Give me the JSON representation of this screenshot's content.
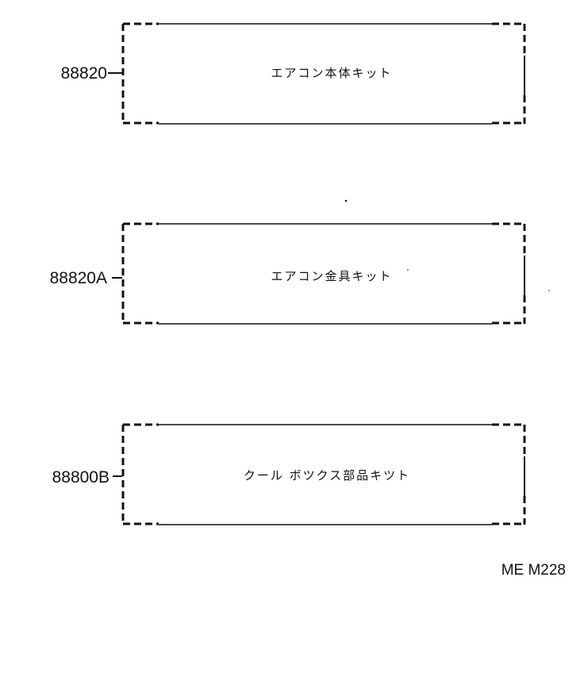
{
  "kits": [
    {
      "part_number": "88820",
      "label": "エアコン本体キット"
    },
    {
      "part_number": "88820A",
      "label": "エアコン金具キット"
    },
    {
      "part_number": "88800B",
      "label": "クール ボツクス部品キツト"
    }
  ],
  "diagram_code": "ME M228"
}
